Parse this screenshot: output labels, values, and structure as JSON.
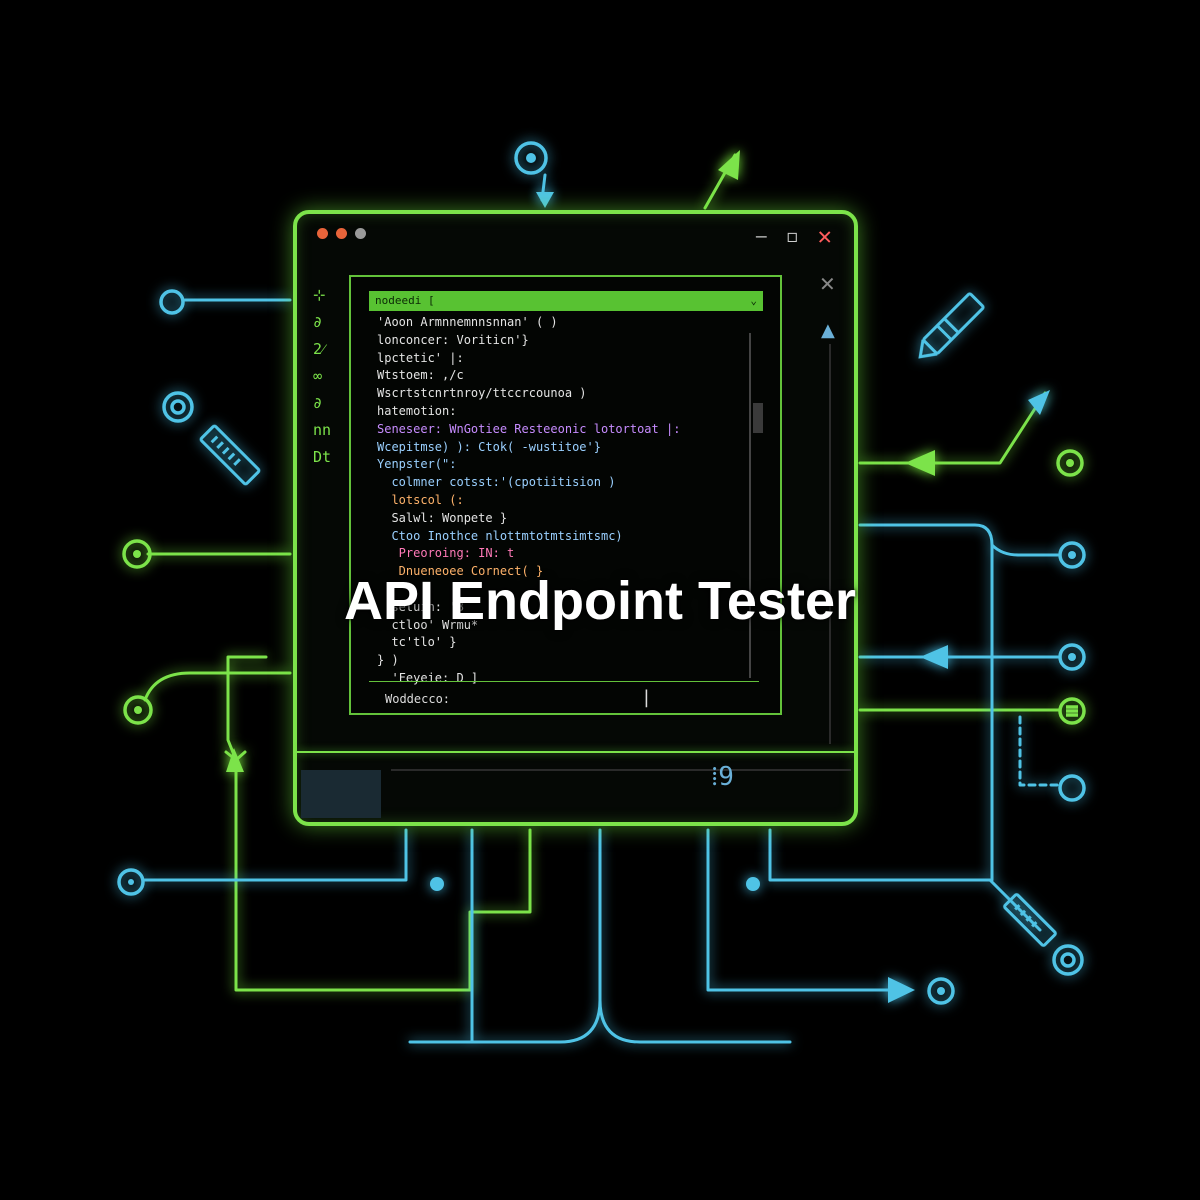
{
  "title": "API Endpoint Tester",
  "window": {
    "controls": [
      "close-dot",
      "minimize-dot",
      "maximize-dot"
    ],
    "control_colors": [
      "#e8643a",
      "#e8643a",
      "#9a9a9a"
    ],
    "actions": {
      "minimize": "—",
      "maximize": "◻",
      "close": "✕"
    }
  },
  "gutter": [
    "⊹",
    "∂",
    "2⁄",
    "∞",
    "∂",
    "nn",
    "Dt"
  ],
  "editor": {
    "header": "nodeedi [",
    "lines": [
      "'Aoon Armnnemnnsnnan' ( )",
      "lonconcer: Voriticn'}",
      "lpctetic' |:",
      "Wtstoem: ,/c",
      "Wscrtstcnrtnroy/ttccrcounoa )",
      "hatemotion:",
      "Seneseer: WnGotiee Resteeonic lotortoat |:",
      "Wcepitmse) ): Ctok( -wustitoe'}",
      "Yenpster(\":",
      "  colmner cotsst:'(cpotiitision )",
      "  lotscol (:",
      "  Salwl: Wonpete }",
      "  Ctoo Inothce nlottmtotmtsimtsmc)",
      "   Preoroing: IN: t",
      "   Dnueneoee Cornect( }",
      "",
      "  setuin: 'B",
      "  ctloo' Wrmu*",
      "  tc'tlo' }",
      "} )",
      "  'Feyeie: D ]"
    ],
    "footer": "Woddecco:",
    "footer_caret": "|"
  },
  "accents": {
    "green": "#7ce34a",
    "blue": "#4fc3e6",
    "orange": "#e8643a"
  }
}
